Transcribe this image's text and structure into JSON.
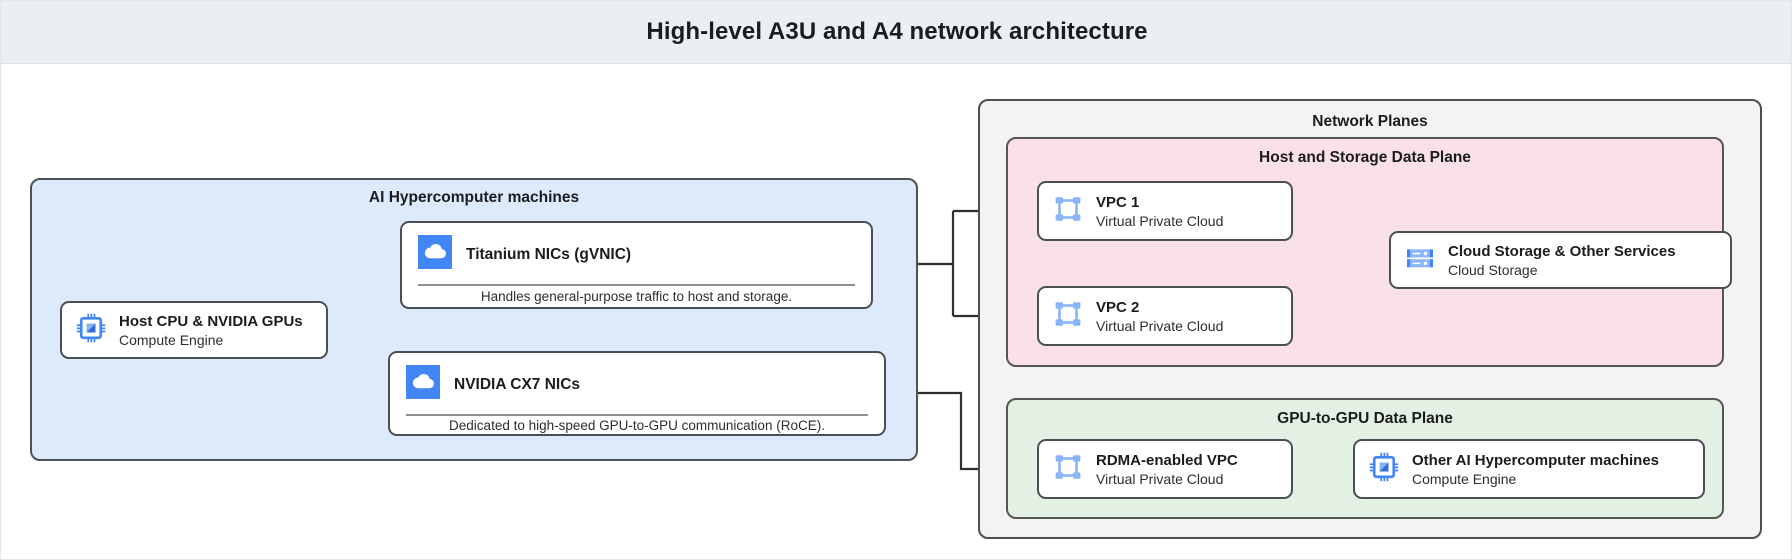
{
  "header": {
    "title": "High-level A3U and A4 network architecture"
  },
  "colors": {
    "header_bg": "#eceff1",
    "machines_bg": "#ddeafc",
    "planes_bg": "#f3f3f3",
    "host_plane_bg": "#fae1e9",
    "gpu_plane_bg": "#e3f1e4",
    "stroke": "#4a4f55",
    "icon_blue": "#4285f4",
    "icon_blue_light": "#8ab4f8"
  },
  "groups": {
    "machines": {
      "title": "AI Hypercomputer machines"
    },
    "planes": {
      "title": "Network Planes"
    },
    "host_plane": {
      "title": "Host and Storage Data Plane"
    },
    "gpu_plane": {
      "title": "GPU-to-GPU Data Plane"
    }
  },
  "nodes": {
    "host_cpu": {
      "title": "Host CPU & NVIDIA GPUs",
      "subtitle": "Compute Engine",
      "icon": "cpu-chip-icon"
    },
    "titanium_nics": {
      "title": "Titanium NICs (gVNIC)",
      "description": "Handles general-purpose traffic to host and storage.",
      "icon": "cloud-icon"
    },
    "cx7_nics": {
      "title": "NVIDIA CX7 NICs",
      "description": "Dedicated to high-speed GPU-to-GPU communication (RoCE).",
      "icon": "cloud-icon"
    },
    "vpc1": {
      "title": "VPC 1",
      "subtitle": "Virtual Private Cloud",
      "icon": "vpc-icon"
    },
    "vpc2": {
      "title": "VPC 2",
      "subtitle": "Virtual Private Cloud",
      "icon": "vpc-icon"
    },
    "cloud_storage": {
      "title": "Cloud Storage & Other Services",
      "subtitle": "Cloud Storage",
      "icon": "cloud-storage-icon"
    },
    "rdma_vpc": {
      "title": "RDMA-enabled VPC",
      "subtitle": "Virtual Private Cloud",
      "icon": "vpc-icon"
    },
    "other_machines": {
      "title": "Other AI Hypercomputer machines",
      "subtitle": "Compute Engine",
      "icon": "cpu-chip-icon"
    }
  }
}
